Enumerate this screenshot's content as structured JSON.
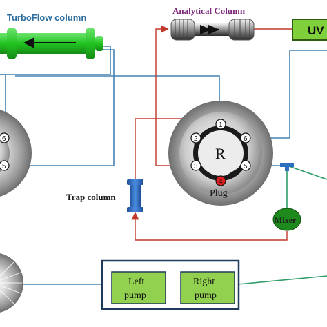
{
  "labels": {
    "turboflow_column": "TurboFlow column",
    "analytical_column": "Analytical Column",
    "uv": "UV",
    "trap_column": "Trap column",
    "rotor": "R",
    "plug": "Plug",
    "mixer": "Mixer",
    "left_pump_line1": "Left",
    "left_pump_line2": "pump",
    "right_pump_line1": "Right",
    "right_pump_line2": "pump"
  },
  "left_valve_ports": [
    "6",
    "5"
  ],
  "right_valve_ports": [
    "1",
    "2",
    "3",
    "4",
    "5",
    "6"
  ],
  "colors": {
    "turboflow_green": "#33cc33",
    "pump_box_green": "#92d050",
    "uv_box_green": "#7fd03a",
    "mixer_green": "#1e8a1e",
    "line_blue": "#4682b4",
    "line_red": "#c0392b",
    "line_green": "#2e9d6a",
    "trap_blue": "#2f6fc0",
    "plug_red": "#e02020"
  }
}
